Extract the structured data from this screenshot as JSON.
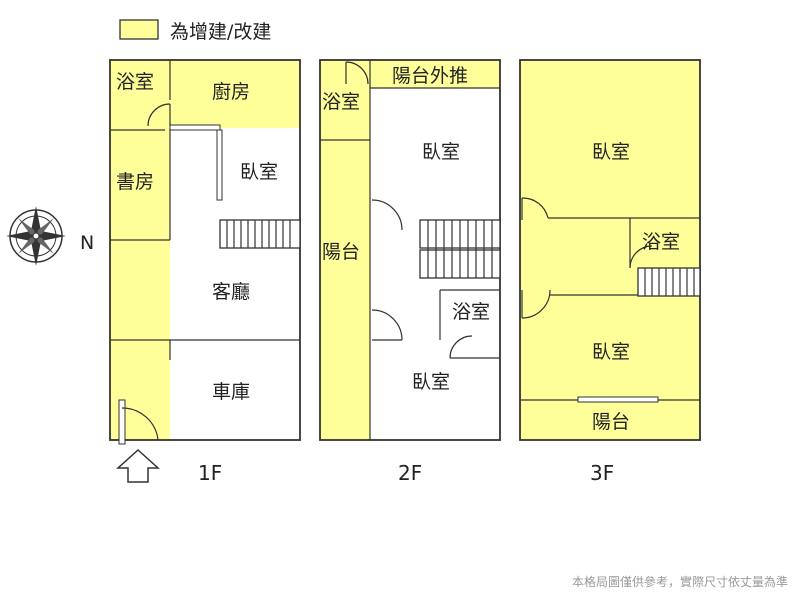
{
  "legend": {
    "label": "為增建/改建",
    "color": "#ffff99"
  },
  "floors": {
    "f1": {
      "label": "1F",
      "rooms": {
        "bath": "浴室",
        "kitchen": "廚房",
        "study": "書房",
        "bedroom": "臥室",
        "living": "客廳",
        "garage": "車庫"
      }
    },
    "f2": {
      "label": "2F",
      "rooms": {
        "balcony_ext": "陽台外推",
        "bath_left": "浴室",
        "bedroom_top": "臥室",
        "balcony": "陽台",
        "bath_right": "浴室",
        "bedroom_bottom": "臥室"
      }
    },
    "f3": {
      "label": "3F",
      "rooms": {
        "bedroom_top": "臥室",
        "bath": "浴室",
        "bedroom_bottom": "臥室",
        "balcony": "陽台"
      }
    }
  },
  "compass": {
    "north": "N"
  },
  "entrance": {
    "icon": "arrow-up-icon"
  },
  "note": "本格局圖僅供參考，實際尺寸依丈量為準"
}
